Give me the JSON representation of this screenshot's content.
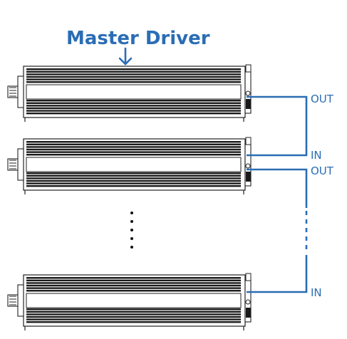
{
  "diagram": {
    "title": "Master Driver",
    "accent_color": "#2a6db5",
    "stroke_color": "#222222",
    "ports": {
      "out_1": "OUT",
      "in_1": "IN",
      "out_2": "OUT",
      "in_2": "IN"
    },
    "devices": [
      {
        "role": "master-driver"
      },
      {
        "role": "slave-driver"
      },
      {
        "role": "slave-driver"
      }
    ],
    "icons": [
      "down-arrow-icon",
      "vertical-ellipsis-icon"
    ]
  }
}
